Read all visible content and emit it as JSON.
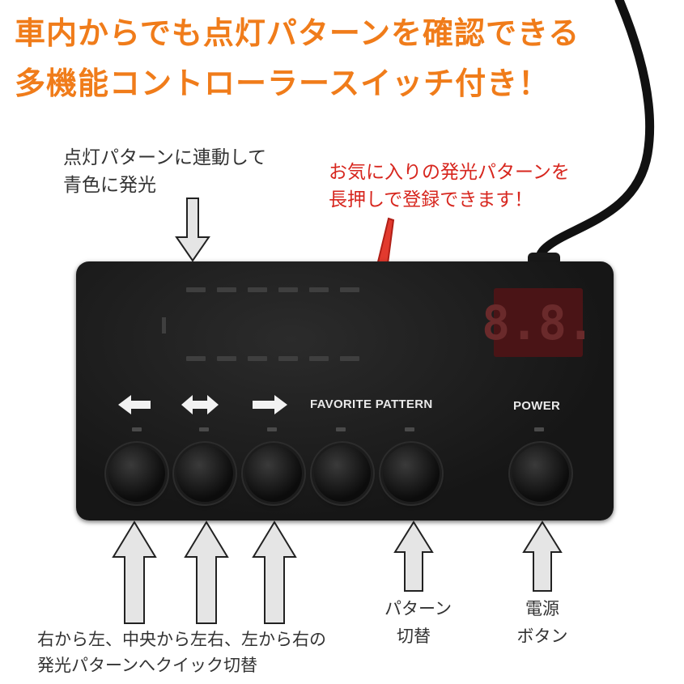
{
  "headline": {
    "line1": "車内からでも点灯パターンを確認できる",
    "line2": "多機能コントローラースイッチ付き！"
  },
  "notes": {
    "blue_light_line1": "点灯パターンに連動して",
    "blue_light_line2": "青色に発光",
    "favorite_line1": "お気に入りの発光パターンを",
    "favorite_line2": "長押しで登録できます！"
  },
  "panel": {
    "favorite_pattern_label": "FAVORITE  PATTERN",
    "power_label": "POWER",
    "display_value": "8.8."
  },
  "captions": {
    "direction_line1": "右から左、中央から左右、左から右の",
    "direction_line2": "発光パターンへクイック切替",
    "pattern_line1": "パターン",
    "pattern_line2": "切替",
    "power_line1": "電源",
    "power_line2": "ボタン"
  },
  "icons": [
    "arrow-left-icon",
    "arrow-both-icon",
    "arrow-right-icon",
    "up-arrow-icon",
    "down-arrow-icon"
  ],
  "colors": {
    "headline": "#f07c1a",
    "favorite_note": "#d7261e",
    "display": "#4a1416"
  }
}
